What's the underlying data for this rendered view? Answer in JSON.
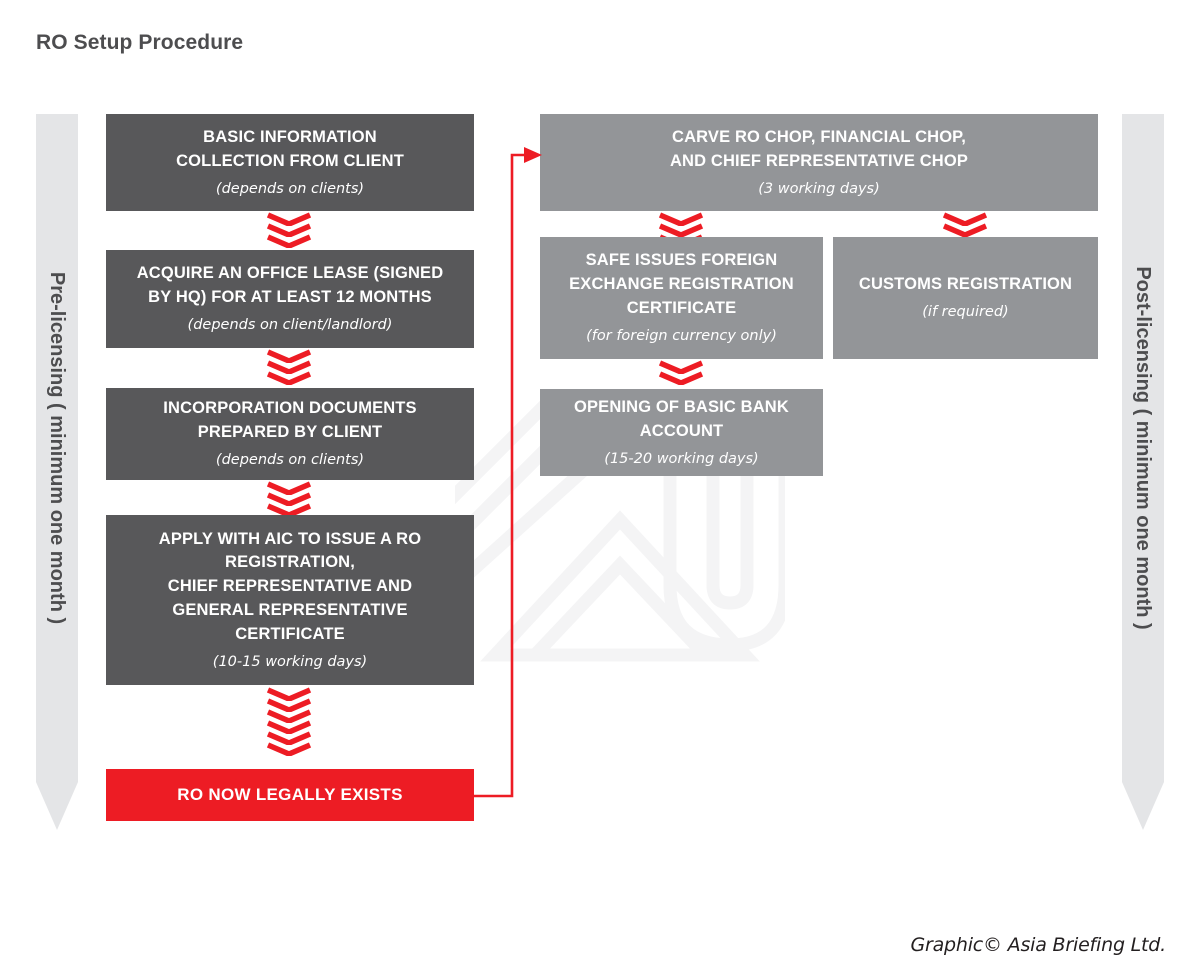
{
  "title": "RO Setup Procedure",
  "credit": "Graphic© Asia Briefing Ltd.",
  "colors": {
    "dark_box": "#58585a",
    "mid_box": "#939598",
    "red": "#ed1c24",
    "banner": "#e4e5e7",
    "title_text": "#4d4d4f"
  },
  "banners": {
    "left": "Pre-licensing ( minimum one month )",
    "right": "Post-licensing ( minimum one month )"
  },
  "pre_licensing_steps": [
    {
      "title": "BASIC INFORMATION\nCOLLECTION FROM CLIENT",
      "subtitle": "(depends on clients)"
    },
    {
      "title": "ACQUIRE AN OFFICE LEASE (SIGNED\nBY HQ) FOR AT LEAST 12 MONTHS",
      "subtitle": "(depends on client/landlord)"
    },
    {
      "title": "INCORPORATION DOCUMENTS\nPREPARED BY CLIENT",
      "subtitle": "(depends on clients)"
    },
    {
      "title": "APPLY WITH AIC TO ISSUE A RO\nREGISTRATION,\nCHIEF REPRESENTATIVE AND\nGENERAL REPRESENTATIVE\nCERTIFICATE",
      "subtitle": "(10-15 working days)"
    }
  ],
  "milestone": {
    "title": "RO NOW LEGALLY EXISTS",
    "subtitle": ""
  },
  "post_licensing_steps": [
    {
      "title": "CARVE RO CHOP, FINANCIAL CHOP,\nAND CHIEF REPRESENTATIVE CHOP",
      "subtitle": "(3 working days)"
    },
    {
      "title": "SAFE ISSUES FOREIGN\nEXCHANGE REGISTRATION\nCERTIFICATE",
      "subtitle": "(for foreign currency only)"
    },
    {
      "title": "CUSTOMS REGISTRATION",
      "subtitle": "(if required)"
    },
    {
      "title": "OPENING OF BASIC BANK\nACCOUNT",
      "subtitle": "(15-20 working days)"
    }
  ],
  "chart_data": {
    "type": "diagram",
    "diagram_kind": "flowchart",
    "title": "RO Setup Procedure",
    "lanes": [
      {
        "name": "Pre-licensing ( minimum one month )",
        "side": "left"
      },
      {
        "name": "Post-licensing ( minimum one month )",
        "side": "right"
      }
    ],
    "nodes": [
      {
        "id": "n1",
        "label": "BASIC INFORMATION COLLECTION FROM CLIENT",
        "note": "(depends on clients)",
        "lane": "pre",
        "fill": "#58585a"
      },
      {
        "id": "n2",
        "label": "ACQUIRE AN OFFICE LEASE (SIGNED BY HQ) FOR AT LEAST 12 MONTHS",
        "note": "(depends on client/landlord)",
        "lane": "pre",
        "fill": "#58585a"
      },
      {
        "id": "n3",
        "label": "INCORPORATION DOCUMENTS PREPARED BY CLIENT",
        "note": "(depends on clients)",
        "lane": "pre",
        "fill": "#58585a"
      },
      {
        "id": "n4",
        "label": "APPLY WITH AIC TO ISSUE A RO REGISTRATION, CHIEF REPRESENTATIVE AND GENERAL REPRESENTATIVE CERTIFICATE",
        "note": "(10-15 working days)",
        "lane": "pre",
        "fill": "#58585a"
      },
      {
        "id": "n5",
        "label": "RO NOW LEGALLY EXISTS",
        "note": "",
        "lane": "pre",
        "fill": "#ed1c24"
      },
      {
        "id": "n6",
        "label": "CARVE RO CHOP, FINANCIAL CHOP, AND CHIEF REPRESENTATIVE CHOP",
        "note": "(3 working days)",
        "lane": "post",
        "fill": "#939598"
      },
      {
        "id": "n7",
        "label": "SAFE ISSUES FOREIGN EXCHANGE REGISTRATION CERTIFICATE",
        "note": "(for foreign currency only)",
        "lane": "post",
        "fill": "#939598"
      },
      {
        "id": "n8",
        "label": "CUSTOMS REGISTRATION",
        "note": "(if required)",
        "lane": "post",
        "fill": "#939598"
      },
      {
        "id": "n9",
        "label": "OPENING OF BASIC BANK ACCOUNT",
        "note": "(15-20 working days)",
        "lane": "post",
        "fill": "#939598"
      }
    ],
    "edges": [
      {
        "from": "n1",
        "to": "n2",
        "style": "chevron"
      },
      {
        "from": "n2",
        "to": "n3",
        "style": "chevron"
      },
      {
        "from": "n3",
        "to": "n4",
        "style": "chevron"
      },
      {
        "from": "n4",
        "to": "n5",
        "style": "chevron"
      },
      {
        "from": "n5",
        "to": "n6",
        "style": "line-arrow"
      },
      {
        "from": "n6",
        "to": "n7",
        "style": "chevron"
      },
      {
        "from": "n6",
        "to": "n8",
        "style": "chevron"
      },
      {
        "from": "n7",
        "to": "n9",
        "style": "chevron"
      }
    ]
  }
}
